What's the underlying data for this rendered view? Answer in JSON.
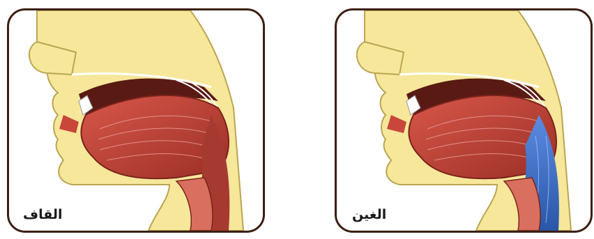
{
  "panels": [
    {
      "label": "القاف",
      "highlight": "none"
    },
    {
      "label": "الغين",
      "highlight": "blue",
      "highlight_color": "#3e6fc4"
    }
  ],
  "colors": {
    "skin": "#f6e79a",
    "skin_outline": "#b9a552",
    "tongue": "#c9463a",
    "tongue_dark": "#8e2a22",
    "oral_cavity": "#5a1a14",
    "teeth": "#ffffff",
    "frame": "#3a1f12"
  }
}
